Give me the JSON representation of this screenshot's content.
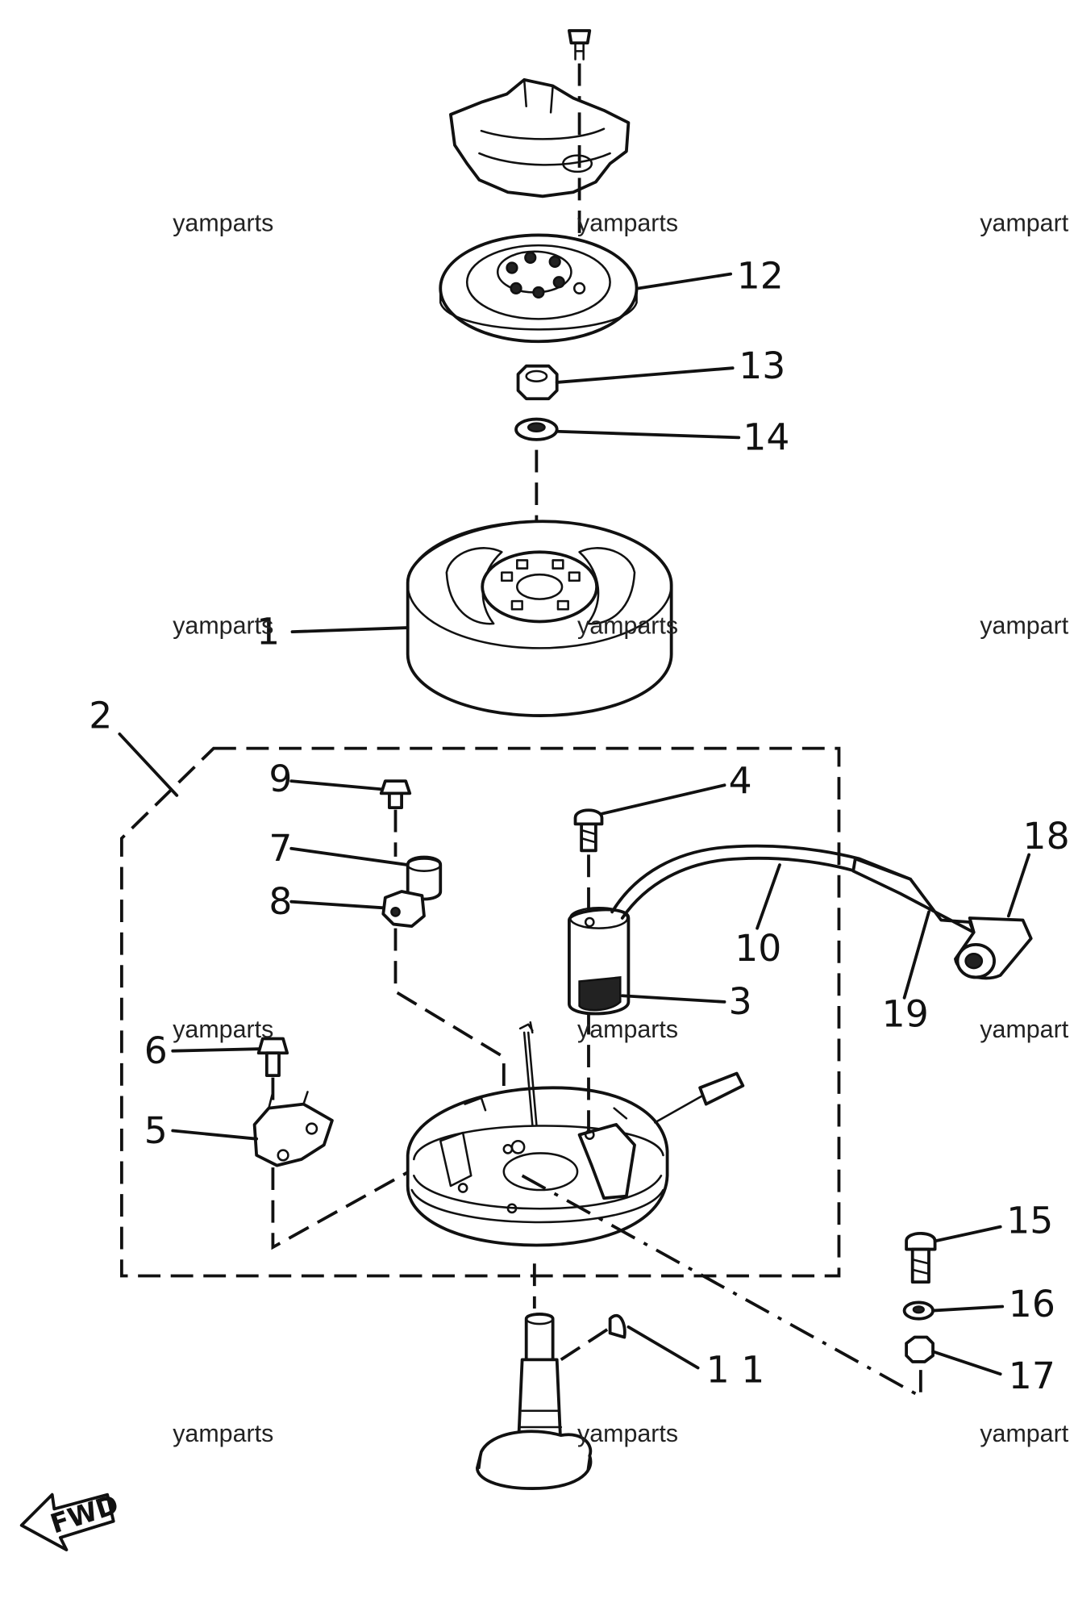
{
  "diagram": {
    "callouts": [
      {
        "id": "1",
        "text": "1"
      },
      {
        "id": "2",
        "text": "2"
      },
      {
        "id": "3",
        "text": "3"
      },
      {
        "id": "4",
        "text": "4"
      },
      {
        "id": "5",
        "text": "5"
      },
      {
        "id": "6",
        "text": "6"
      },
      {
        "id": "7",
        "text": "7"
      },
      {
        "id": "8",
        "text": "8"
      },
      {
        "id": "9",
        "text": "9"
      },
      {
        "id": "10",
        "text": "10"
      },
      {
        "id": "11",
        "text": "1 1"
      },
      {
        "id": "12",
        "text": "12"
      },
      {
        "id": "13",
        "text": "13"
      },
      {
        "id": "14",
        "text": "14"
      },
      {
        "id": "15",
        "text": "15"
      },
      {
        "id": "16",
        "text": "16"
      },
      {
        "id": "17",
        "text": "17"
      },
      {
        "id": "18",
        "text": "18"
      },
      {
        "id": "19",
        "text": "19"
      }
    ],
    "watermarks": {
      "full": "yamparts",
      "truncated": "yampart"
    },
    "fwd_label": "FWD"
  }
}
